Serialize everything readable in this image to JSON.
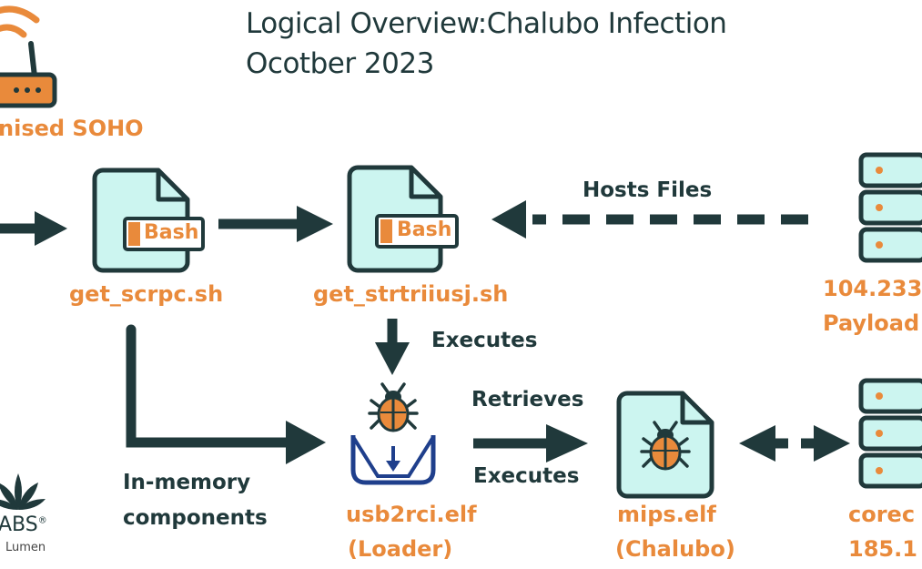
{
  "title": {
    "line1": "Logical Overview:Chalubo Infection",
    "line2": "Ocotber 2023"
  },
  "nodes": {
    "router": {
      "label": "nised SOHO"
    },
    "file1": {
      "badge": "Bash",
      "label": "get_scrpc.sh"
    },
    "file2": {
      "badge": "Bash",
      "label": "get_strtriiusj.sh"
    },
    "server1": {
      "line1": "104.233",
      "line2": "Payload"
    },
    "loader": {
      "line1": "usb2rci.elf",
      "line2": "(Loader)"
    },
    "mips": {
      "line1": "mips.elf",
      "line2": "(Chalubo)"
    },
    "server2": {
      "line1": "corec",
      "line2": "185.1"
    }
  },
  "edges": {
    "hosts_files": "Hosts Files",
    "executes_down": "Executes",
    "retrieves": "Retrieves",
    "executes_right": "Executes",
    "in_memory_line1": "In-memory",
    "in_memory_line2": "components"
  },
  "logo": {
    "brand": "ABS",
    "reg": "®",
    "sub": "Lumen"
  },
  "colors": {
    "dark": "#20393b",
    "orange": "#e98a3b",
    "file_fill": "#ccf5f0",
    "loader_blue": "#1f3f8c"
  }
}
